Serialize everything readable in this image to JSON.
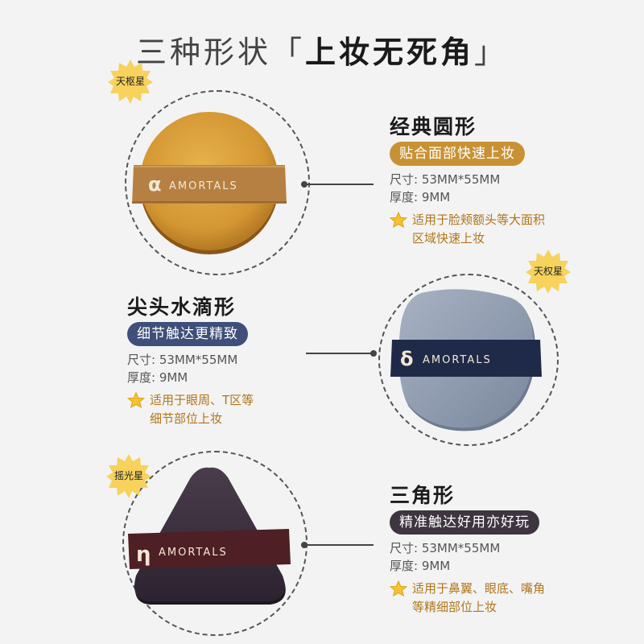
{
  "header": {
    "title_light": "三种形状「",
    "title_bold": "上妆无死角",
    "title_end": "」"
  },
  "products": [
    {
      "badge": "天枢星",
      "title": "经典圆形",
      "tag": "贴合面部快速上妆",
      "tag_color": "#c89234",
      "size": "尺寸: 53MM*55MM",
      "thickness": "厚度: 9MM",
      "note_line1": "适用于脸颊额头等大面积",
      "note_line2": "区域快速上妆",
      "brand": "AMORTALS",
      "logo": "α",
      "puff_color": "#d9a03c",
      "strap_color": "#b27d3a"
    },
    {
      "badge": "天权星",
      "title": "尖头水滴形",
      "tag": "细节触达更精致",
      "tag_color": "#3f4f7a",
      "size": "尺寸: 53MM*55MM",
      "thickness": "厚度: 9MM",
      "note_line1": "适用于眼周、T区等",
      "note_line2": "细节部位上妆",
      "brand": "AMORTALS",
      "logo": "δ",
      "puff_color": "#8d99ad",
      "strap_color": "#1f2a48"
    },
    {
      "badge": "摇光星",
      "title": "三角形",
      "tag": "精准触达好用亦好玩",
      "tag_color": "#3e3540",
      "size": "尺寸: 53MM*55MM",
      "thickness": "厚度: 9MM",
      "note_line1": "适用于鼻翼、眼底、嘴角",
      "note_line2": "等精细部位上妆",
      "brand": "AMORTALS",
      "logo": "η",
      "puff_color": "#3b2f3c",
      "strap_color": "#4e1f24"
    }
  ],
  "colors": {
    "badge_yellow": "#f7d25c",
    "note_star": "#f5c230",
    "note_text": "#b0761c"
  }
}
